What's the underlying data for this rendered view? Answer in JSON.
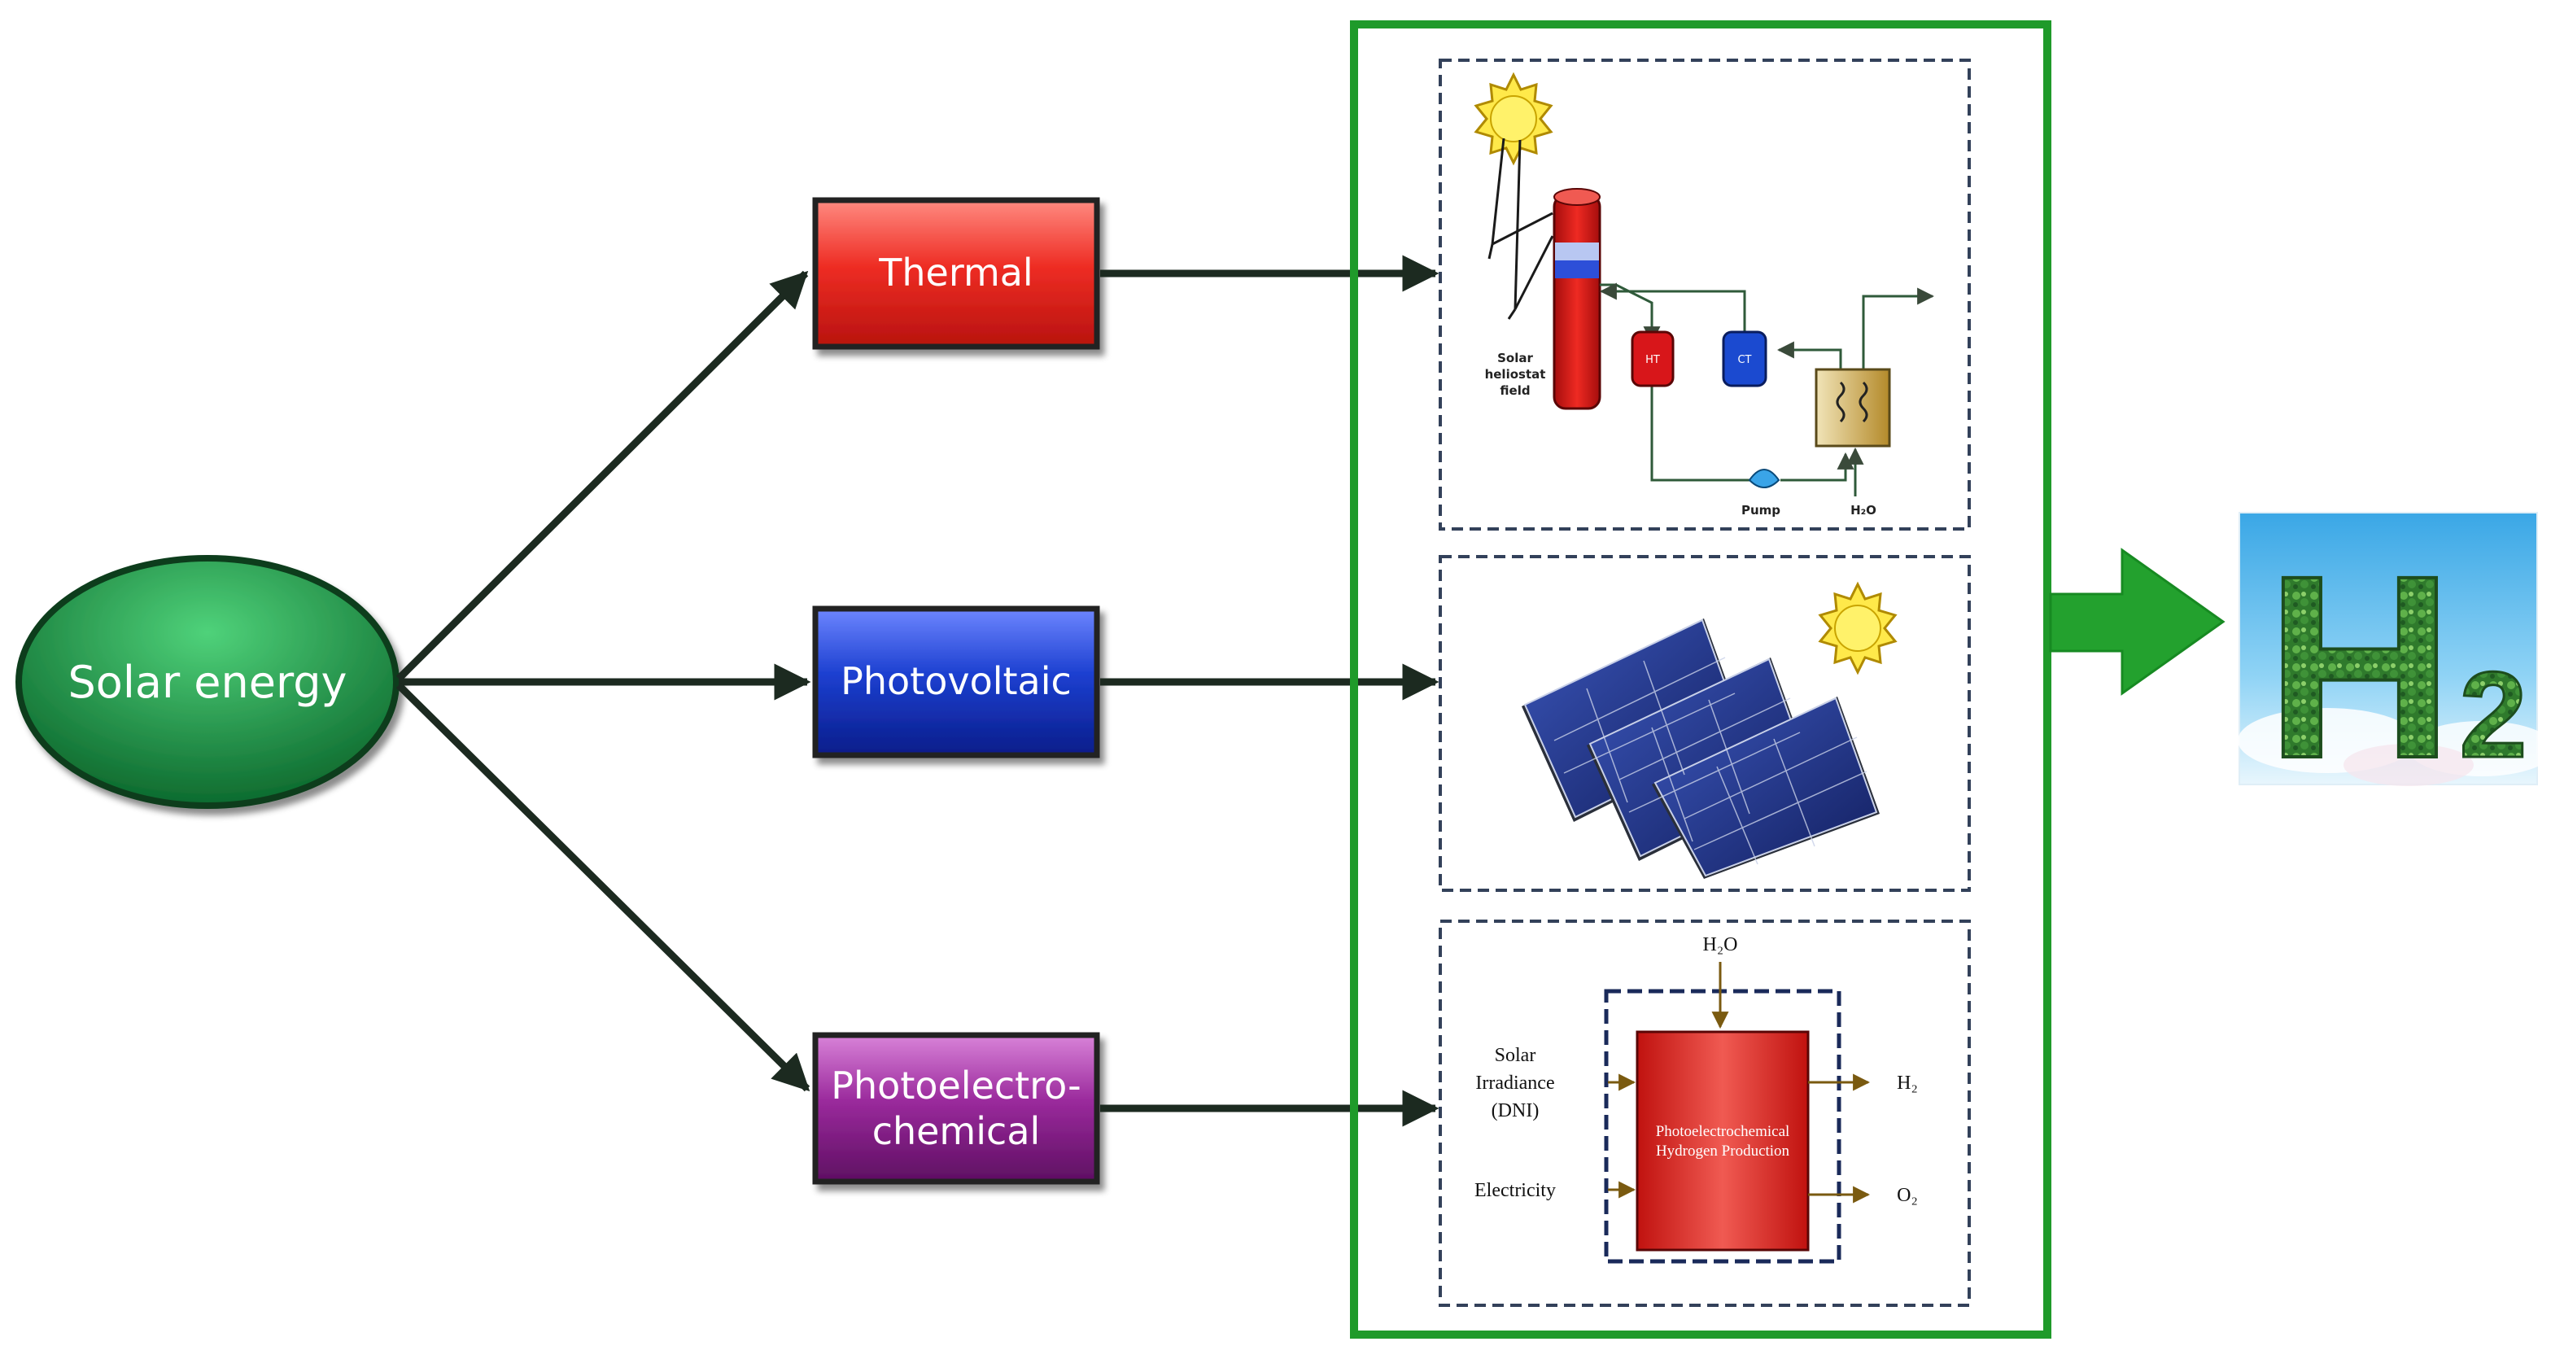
{
  "source": {
    "label": "Solar energy",
    "color": "#1f8a43"
  },
  "routes": [
    {
      "key": "thermal",
      "label_lines": [
        "Thermal"
      ],
      "color": "#e02a22"
    },
    {
      "key": "pv",
      "label_lines": [
        "Photovoltaic"
      ],
      "color": "#1232b8"
    },
    {
      "key": "pec",
      "label_lines": [
        "Photoelectro-",
        "chemical"
      ],
      "color": "#8a1f8c"
    }
  ],
  "thermal_panel": {
    "field_label_lines": [
      "Solar",
      "heliostat",
      "field"
    ],
    "tank_hot": "HT",
    "tank_cold": "CT",
    "pump": "Pump",
    "water": "H₂O"
  },
  "pec_panel": {
    "water_in": "H₂O",
    "irradiance_lines": [
      "Solar",
      "Irradiance",
      "(DNI)"
    ],
    "electricity": "Electricity",
    "reactor_lines": [
      "Photoelectrochemical",
      "Hydrogen Production"
    ],
    "out_h2": "H₂",
    "out_o2": "O₂"
  },
  "product": {
    "symbol": "H",
    "subscript": "2"
  },
  "colors": {
    "arrow": "#1c2a20",
    "frame": "#1f9a2a",
    "panel_border": "#33415a",
    "big_arrow": "#23a12e"
  }
}
